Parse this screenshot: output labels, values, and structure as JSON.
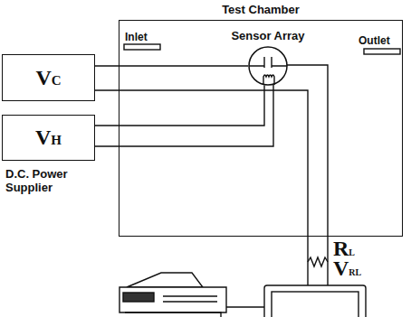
{
  "diagram": {
    "nodes": [
      {
        "text": [
          "Test Chamber"
        ]
      },
      {
        "text": [
          "Sensor Array"
        ],
        "in": 0
      },
      {
        "text": [
          "VC"
        ]
      },
      {
        "text": [
          "VH"
        ]
      }
    ],
    "edges": [
      {
        "from": 2,
        "to": 1,
        "arrow": "none"
      },
      {
        "from": 3,
        "to": 1,
        "arrow": "none"
      }
    ],
    "labels": [
      "Inlet",
      "Outlet",
      "D.C. Power Supplier",
      "RL",
      "VRL"
    ]
  }
}
